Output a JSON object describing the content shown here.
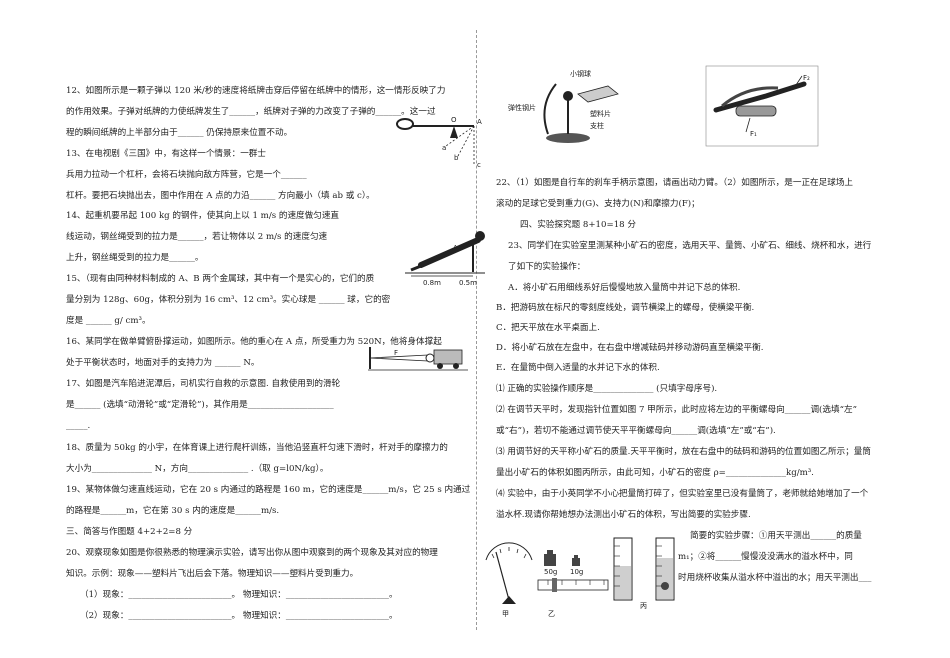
{
  "left": {
    "q12_l1": "12、如图所示是一颗子弹以 120 米/秒的速度将纸牌击穿后停留在纸牌中的情形，这一情形反映了力",
    "q12_l2": "的作用效果。子弹对纸牌的力使纸牌发生了______，纸牌对子弹的力改变了子弹的______。这一过",
    "q12_l3": "程的瞬间纸牌的上半部分由于______ 仍保持原来位置不动。",
    "q13_l1": "13、在电视剧《三国》中，有这样一个情景：一群士",
    "q13_l2": "兵用力拉动一个杠杆，会将石块抛向敌方阵营，它是一个______",
    "q13_l3": "杠杆。要把石块抛出去，图中作用在 A 点的力沿______ 方向最小（填 ab 或 c）。",
    "q14_l1": "14、起重机要吊起 100 kg 的钢件，使其向上以 1 m/s 的速度做匀速直",
    "q14_l2": "线运动，钢丝绳受到的拉力是______，若让物体以 2 m/s 的速度匀速",
    "q14_l3": "上升，钢丝绳受到的拉力是______。",
    "q15_l1": "15、（现有由同种材料制成的 A、B 两个金属球，其中有一个是实心的，它们的质",
    "q15_l2": "量分别为 128g、60g，体积分别为 16 cm³、12 cm³。实心球是 ______ 球，它的密",
    "q15_l3": "度是 ______ g/ cm³。",
    "q16_l1": "16、某同学在做单臂俯卧撑运动，如图所示。他的重心在 A 点，所受重力为 520N，他将身体撑起",
    "q16_l2": "处于平衡状态时，地面对手的支持力为 ______ N。",
    "q17_l1": "17、如图是汽车陷进泥潭后，司机实行自救的示意图. 自救使用到的滑轮",
    "q17_l2": "是______ (选填“动滑轮”或“定滑轮”)，其作用是____________________",
    "q17_l3": "_____.",
    "q18_l1": "18、质量为 50kg 的小宇，在体育课上进行爬杆训练，当他沿竖直杆匀速下滑时，杆对手的摩擦力的",
    "q18_l2": "大小为______________ N，方向______________ .（取 g=l0N/kg）。",
    "q19_l1": "19、某物体做匀速直线运动，它在 20 s 内通过的路程是 160 m，它的速度是______m/s，它 25 s 内通过",
    "q19_l2": "的路程是______m，它在第 30 s 内的速度是______m/s.",
    "sec3": "三、简答与作图题 4+2+2=8 分",
    "q20_l1": "20、观察现象如图是你很熟悉的物理演示实验，请写出你从图中观察到的两个现象及其对应的物理",
    "q20_l2": "知识。示例：现象——塑料片飞出后会下落。物理知识——塑料片受到重力。",
    "q20_l3": "（1）现象：________________________。 物理知识：________________________。",
    "q20_l4": "（2）现象：________________________。 物理知识：________________________。"
  },
  "right": {
    "q22_l1": "22、（1）如图是自行车的刹车手柄示意图，请画出动力臂。（2）如图所示，是一正在足球场上",
    "q22_l2": "滚动的足球它受到重力(G)、支持力(N)和摩擦力(F)；",
    "sec4": "四、实验探究题 8+10=18 分",
    "q23_l1": "23、同学们在实验室里测某种小矿石的密度，选用天平、量筒、小矿石、细线、烧杯和水，进行",
    "q23_l2": "了如下的实验操作：",
    "stepA": "A．将小矿石用细线系好后慢慢地放入量筒中并记下总的体积.",
    "stepB": "B．把游码放在标尺的零刻度线处，调节横梁上的螺母，使横梁平衡.",
    "stepC": "C．把天平放在水平桌面上.",
    "stepD": "D．将小矿石放在左盘中，在右盘中增减砝码并移动游码直至横梁平衡.",
    "stepE": "E．在量筒中倒入适量的水并记下水的体积.",
    "p1": "⑴ 正确的实验操作顺序是______________ (只填字母序号).",
    "p2_l1": "⑵ 在调节天平时，发现指针位置如图 7 甲所示，此时应将左边的平衡螺母向______调(选填“左”",
    "p2_l2": "或“右”)，若切不能通过调节使天平平衡螺母向______调(选填“左”或“右”).",
    "p3_l1": "⑶ 用调节好的天平称小矿石的质量.天平平衡时，放在右盘中的砝码和游码的位置如图乙所示；量筒",
    "p3_l2": "量出小矿石的体积如图丙所示，由此可知，小矿石的密度 ρ=______________kg/m³.",
    "p4_l1": "⑷ 实验中，由于小英同学不小心把量筒打碎了，但实验室里已没有量筒了，老师就给她增加了一个",
    "p4_l2": "溢水杯.现请你帮她想办法测出小矿石的体积，写出简要的实验步骤.",
    "p5_l1": "简要的实验步骤：①用天平测出______的质量",
    "p5_l2": "m₁；②将______慢慢没没满水的溢水杯中，同",
    "p5_l3": "时用烧杯收集从溢水杯中溢出的水；用天平测出___",
    "fig_labels": {
      "jia": "甲",
      "yi": "乙",
      "bing": "丙"
    }
  },
  "figures": {
    "f13": {
      "O": "O",
      "A": "A",
      "a": "a",
      "b": "b",
      "c": "c"
    },
    "f16": {
      "A": "A",
      "d1": "0.8m",
      "d2": "0.5m"
    },
    "f17": {
      "F": "F"
    },
    "f21": {
      "ball": "小钢球",
      "plate": "塑料片",
      "spring": "弹性钢片",
      "post": "支柱"
    },
    "f22": {
      "F1": "F₁",
      "F2": "F₂"
    },
    "f23": {
      "w1": "50g",
      "w2": "10g"
    }
  }
}
